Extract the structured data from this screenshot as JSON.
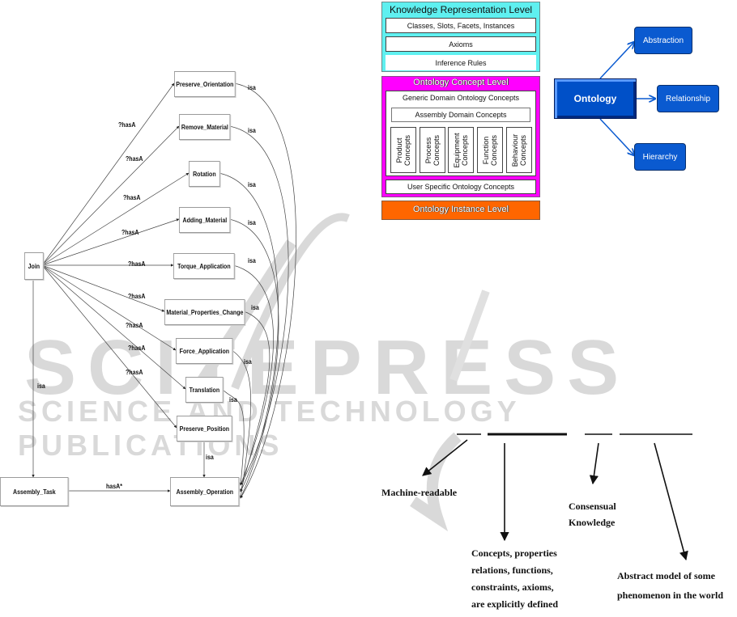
{
  "watermark": {
    "title": "SCITEPRESS",
    "subtitle": "SCIENCE AND TECHNOLOGY PUBLICATIONS",
    "color": "#d9d9d9"
  },
  "assembly_graph": {
    "nodes": [
      {
        "id": "join",
        "label": "Join"
      },
      {
        "id": "preserve_orientation",
        "label": "Preserve_Orientation"
      },
      {
        "id": "remove_material",
        "label": "Remove_Material"
      },
      {
        "id": "rotation",
        "label": "Rotation"
      },
      {
        "id": "adding_material",
        "label": "Adding_Material"
      },
      {
        "id": "torque_application",
        "label": "Torque_Application"
      },
      {
        "id": "material_properties_change",
        "label": "Material_Properties_Change"
      },
      {
        "id": "force_application",
        "label": "Force_Application"
      },
      {
        "id": "translation",
        "label": "Translation"
      },
      {
        "id": "preserve_position",
        "label": "Preserve_Position"
      },
      {
        "id": "assembly_task",
        "label": "Assembly_Task"
      },
      {
        "id": "assembly_operation",
        "label": "Assembly_Operation"
      }
    ],
    "edges": [
      {
        "from": "join",
        "to": "preserve_orientation",
        "label": "?hasA"
      },
      {
        "from": "join",
        "to": "remove_material",
        "label": "?hasA"
      },
      {
        "from": "join",
        "to": "rotation",
        "label": "?hasA"
      },
      {
        "from": "join",
        "to": "adding_material",
        "label": "?hasA"
      },
      {
        "from": "join",
        "to": "torque_application",
        "label": "?hasA"
      },
      {
        "from": "join",
        "to": "material_properties_change",
        "label": "?hasA"
      },
      {
        "from": "join",
        "to": "force_application",
        "label": "?hasA"
      },
      {
        "from": "join",
        "to": "translation",
        "label": "?hasA"
      },
      {
        "from": "join",
        "to": "preserve_position",
        "label": "?hasA"
      },
      {
        "from": "join",
        "to": "assembly_task",
        "label": "isa"
      },
      {
        "from": "assembly_task",
        "to": "assembly_operation",
        "label": "hasA*"
      },
      {
        "from": "preserve_orientation",
        "to": "assembly_operation",
        "label": "isa"
      },
      {
        "from": "remove_material",
        "to": "assembly_operation",
        "label": "isa"
      },
      {
        "from": "rotation",
        "to": "assembly_operation",
        "label": "isa"
      },
      {
        "from": "adding_material",
        "to": "assembly_operation",
        "label": "isa"
      },
      {
        "from": "torque_application",
        "to": "assembly_operation",
        "label": "isa"
      },
      {
        "from": "material_properties_change",
        "to": "assembly_operation",
        "label": "isa"
      },
      {
        "from": "force_application",
        "to": "assembly_operation",
        "label": "isa"
      },
      {
        "from": "translation",
        "to": "assembly_operation",
        "label": "isa"
      },
      {
        "from": "preserve_position",
        "to": "assembly_operation",
        "label": "isa"
      }
    ]
  },
  "levels": {
    "knowledge_representation": {
      "title": "Knowledge Representation Level",
      "color": "#5ff0f0",
      "items": [
        "Classes, Slots, Facets, Instances",
        "Axioms",
        "Inference Rules"
      ]
    },
    "ontology_concept": {
      "title": "Ontology Concept Level",
      "color": "#ff00ff",
      "generic": "Generic Domain Ontology Concepts",
      "assembly": "Assembly Domain Concepts",
      "concepts": [
        [
          "Product",
          "Concepts"
        ],
        [
          "Process",
          "Concepts"
        ],
        [
          "Equipment",
          "Concepts"
        ],
        [
          "Function",
          "Concepts"
        ],
        [
          "Behaviour",
          "Concepts"
        ]
      ],
      "user_specific": "User Specific Ontology Concepts"
    },
    "ontology_instance": {
      "title": "Ontology Instance Level",
      "color": "#ff6600"
    }
  },
  "ontology_map": {
    "root": "Ontology",
    "children": [
      "Abstraction",
      "Relationship",
      "Hierarchy"
    ],
    "color": "#0a5ad0"
  },
  "definition": {
    "annotations": [
      "Machine-readable",
      [
        "Concepts, properties",
        "relations, functions,",
        "constraints, axioms,",
        "are explicitly defined"
      ],
      [
        "Consensual",
        "Knowledge"
      ],
      [
        "Abstract model of some",
        "phenomenon  in the world"
      ]
    ]
  }
}
